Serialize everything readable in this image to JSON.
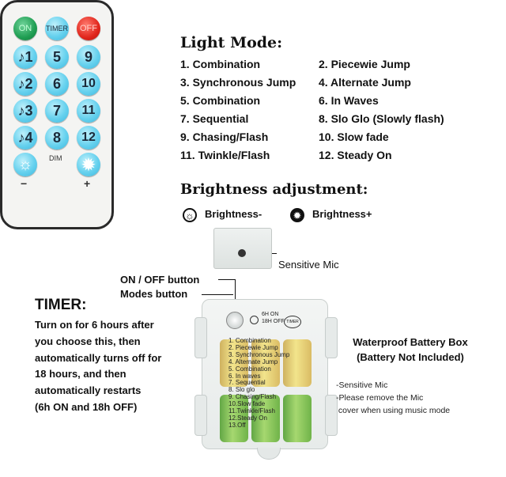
{
  "remote": {
    "on": "ON",
    "timer": "TIMER",
    "off": "OFF",
    "music_buttons": [
      "♪1",
      "♪2",
      "♪3",
      "♪4"
    ],
    "middle_column": [
      "5",
      "6",
      "7",
      "8"
    ],
    "right_column": [
      "9",
      "10",
      "11",
      "12"
    ],
    "dim_label": "DIM",
    "minus": "−",
    "plus": "+"
  },
  "light_mode": {
    "title": "Light Mode:",
    "left": [
      "1. Combination",
      "3. Synchronous Jump",
      "5. Combination",
      "7. Sequential",
      "9. Chasing/Flash",
      "11. Twinkle/Flash"
    ],
    "right": [
      "2. Piecewie Jump",
      "4. Alternate Jump",
      "6. In Waves",
      "8. Slo Glo (Slowly flash)",
      "10. Slow fade",
      "12. Steady On"
    ]
  },
  "brightness": {
    "title": "Brightness adjustment:",
    "minus_label": "Brightness-",
    "plus_label": "Brightness+"
  },
  "callouts": {
    "sensitive_mic": "Sensitive Mic",
    "on_off": "ON / OFF button",
    "modes": "Modes button"
  },
  "timer": {
    "title": "TIMER:",
    "lines": [
      "Turn on for 6 hours after",
      "you choose this, then",
      "automatically turns off for",
      "18 hours, and then",
      "automatically restarts",
      "(6h ON and 18h OFF)"
    ]
  },
  "battery_box": {
    "top_labels": {
      "on": "6H ON",
      "off": "18H OFF",
      "timer": "TIMER"
    },
    "modes": [
      "1. Combination",
      "2. Piecewie Jump",
      "3. Synchronous Jump",
      "4. Alternate Jump",
      "5. Combination",
      "6. In waves",
      "7. Sequential",
      "8. Slo glo",
      "9. Chasing/Flash",
      "10.Slow fade",
      "11.Twinkle/Flash",
      "12.Steady On",
      "13.Off"
    ],
    "title_line1": "Waterproof Battery Box",
    "title_line2": "(Battery Not Included)",
    "notes": [
      "-Sensitive Mic",
      "-Please remove the Mic",
      " cover when using music mode"
    ]
  }
}
